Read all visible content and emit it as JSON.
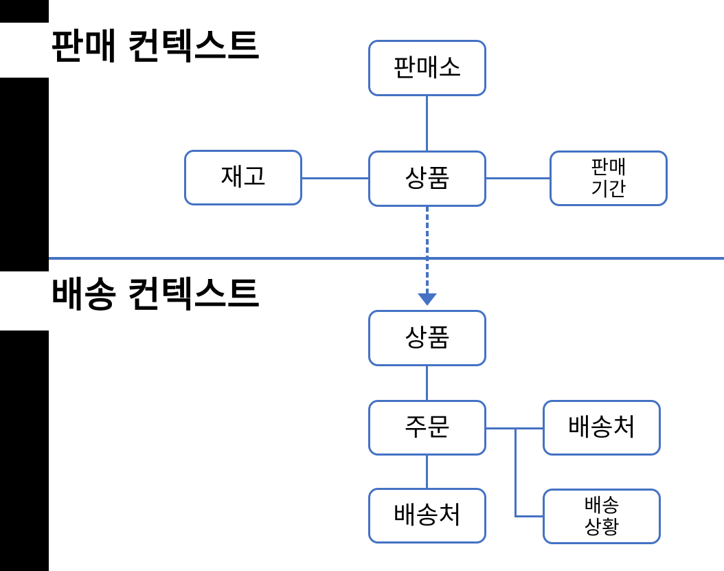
{
  "diagram": {
    "title_top": "판매 컨텍스트",
    "title_bottom": "배송 컨텍스트",
    "accent_color": "#4472C4",
    "rail_color": "#000000",
    "text_color": "#000000",
    "background": "#ffffff"
  },
  "sales_context": {
    "label": "판매 컨텍스트",
    "nodes": {
      "outlet": "판매소",
      "product": "상품",
      "inventory": "재고",
      "sales_period": "판매\n기간"
    }
  },
  "delivery_context": {
    "label": "배송 컨텍스트",
    "nodes": {
      "product": "상품",
      "order": "주문",
      "destination_left": "배송처",
      "destination_right": "배송처",
      "delivery_status": "배송\n상황"
    }
  },
  "connections": {
    "cross_context": "상품 → 상품 (dashed arrow)"
  }
}
